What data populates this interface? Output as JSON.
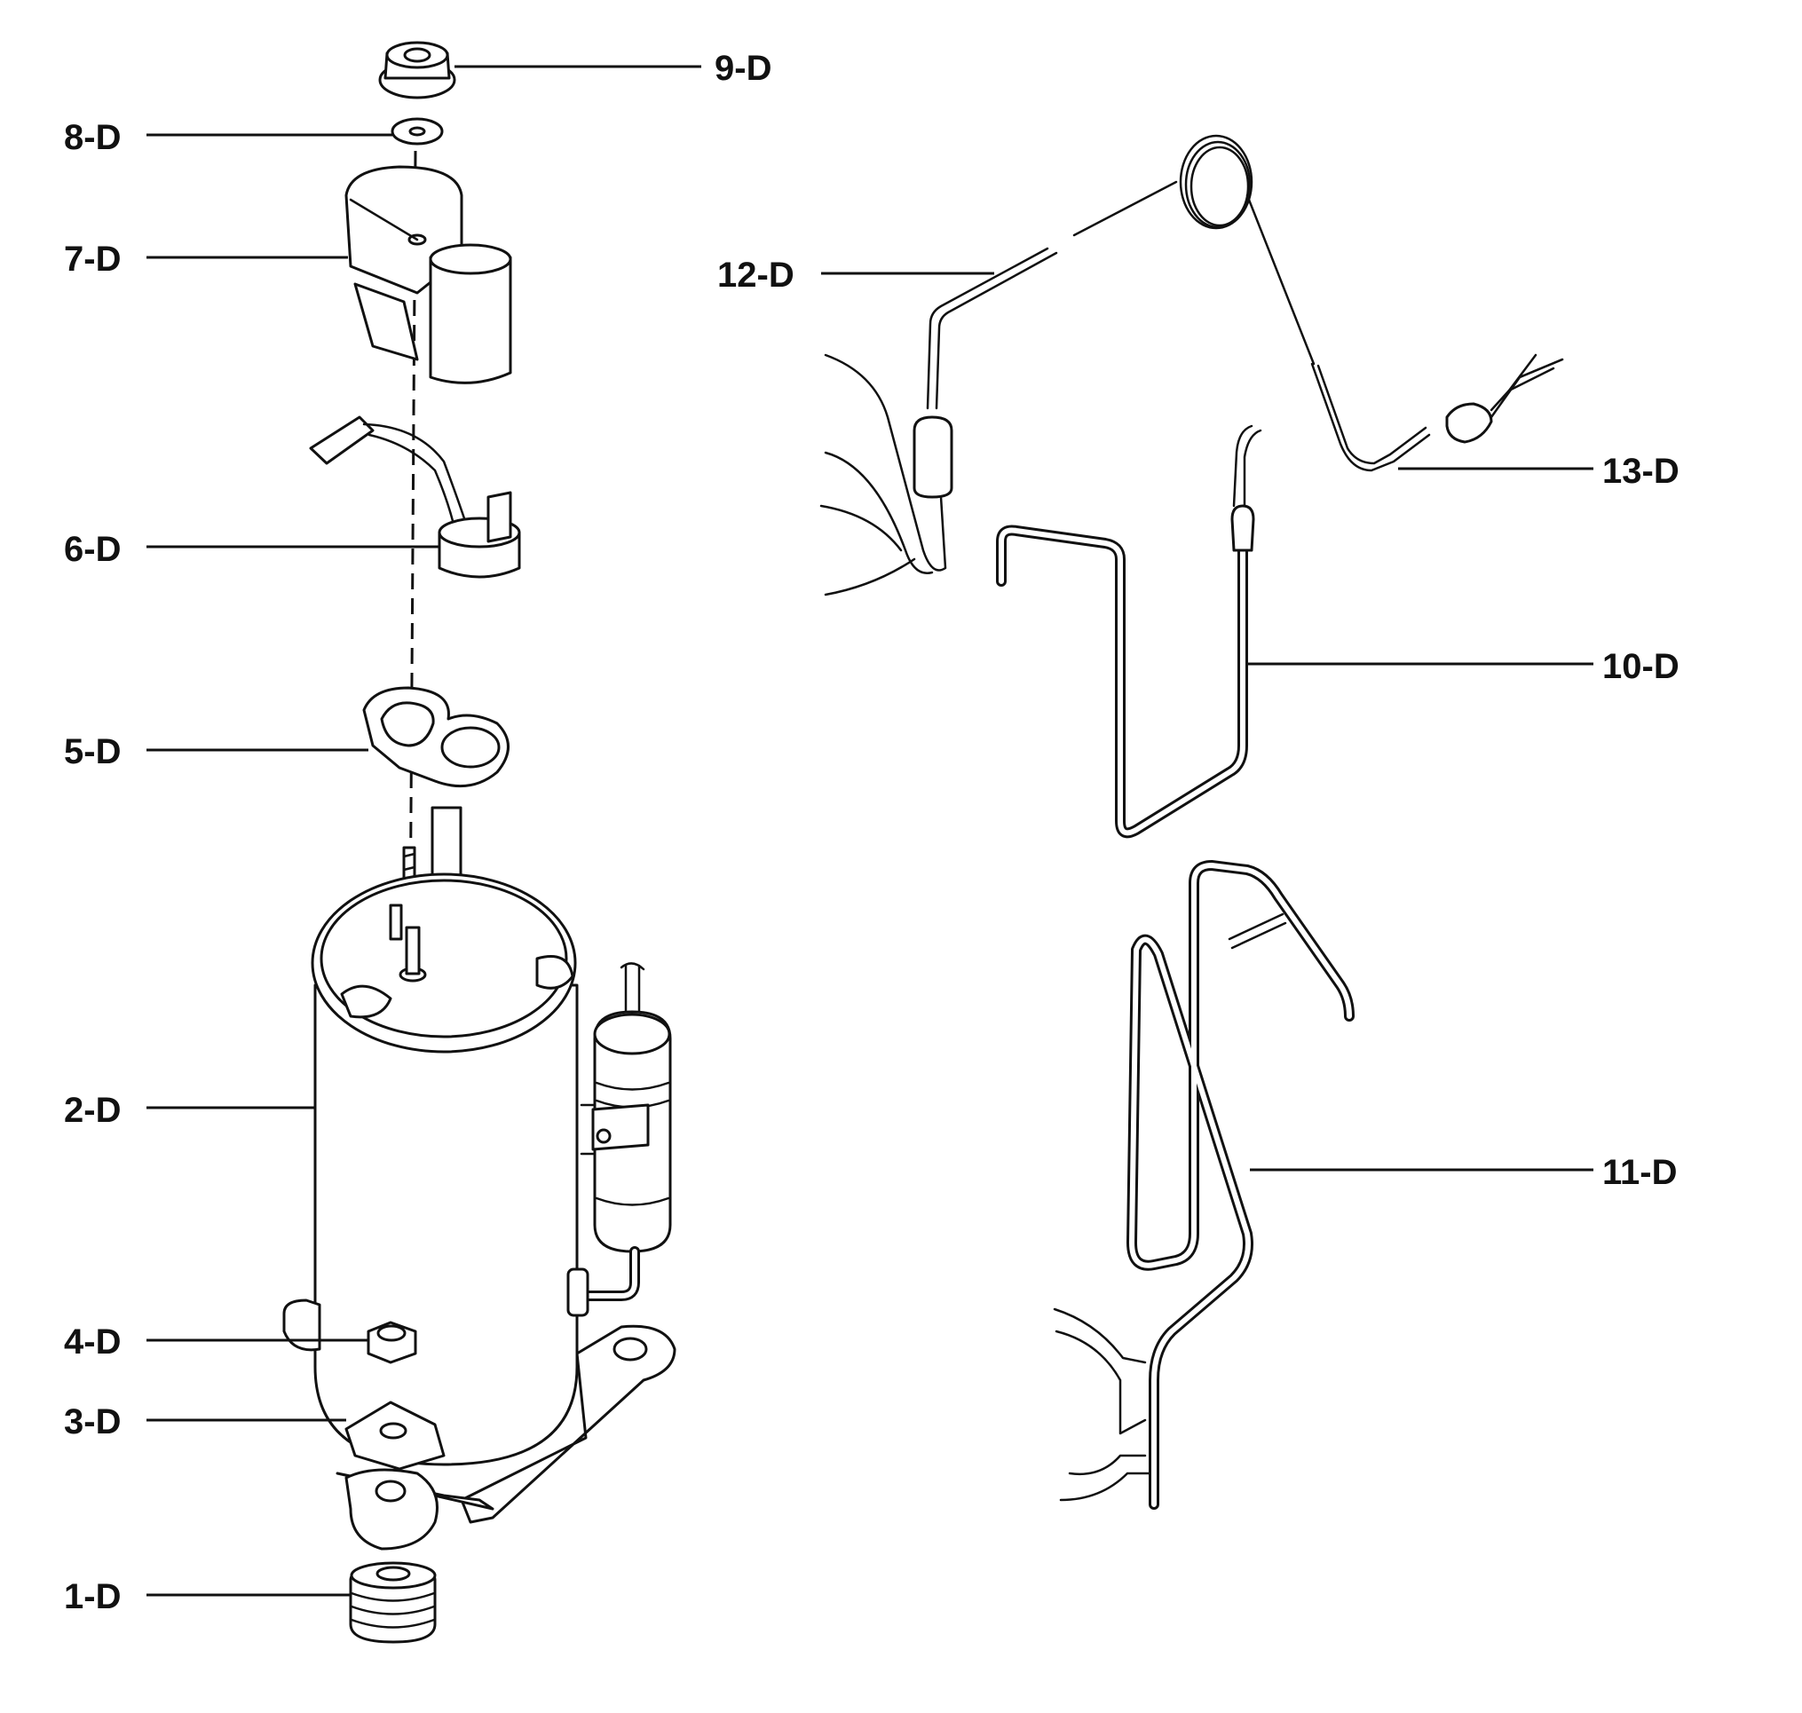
{
  "callouts": {
    "c1": "1-D",
    "c2": "2-D",
    "c3": "3-D",
    "c4": "4-D",
    "c5": "5-D",
    "c6": "6-D",
    "c7": "7-D",
    "c8": "8-D",
    "c9": "9-D",
    "c10": "10-D",
    "c11": "11-D",
    "c12": "12-D",
    "c13": "13-D"
  },
  "colors": {
    "line": "#111111",
    "background": "#ffffff"
  }
}
